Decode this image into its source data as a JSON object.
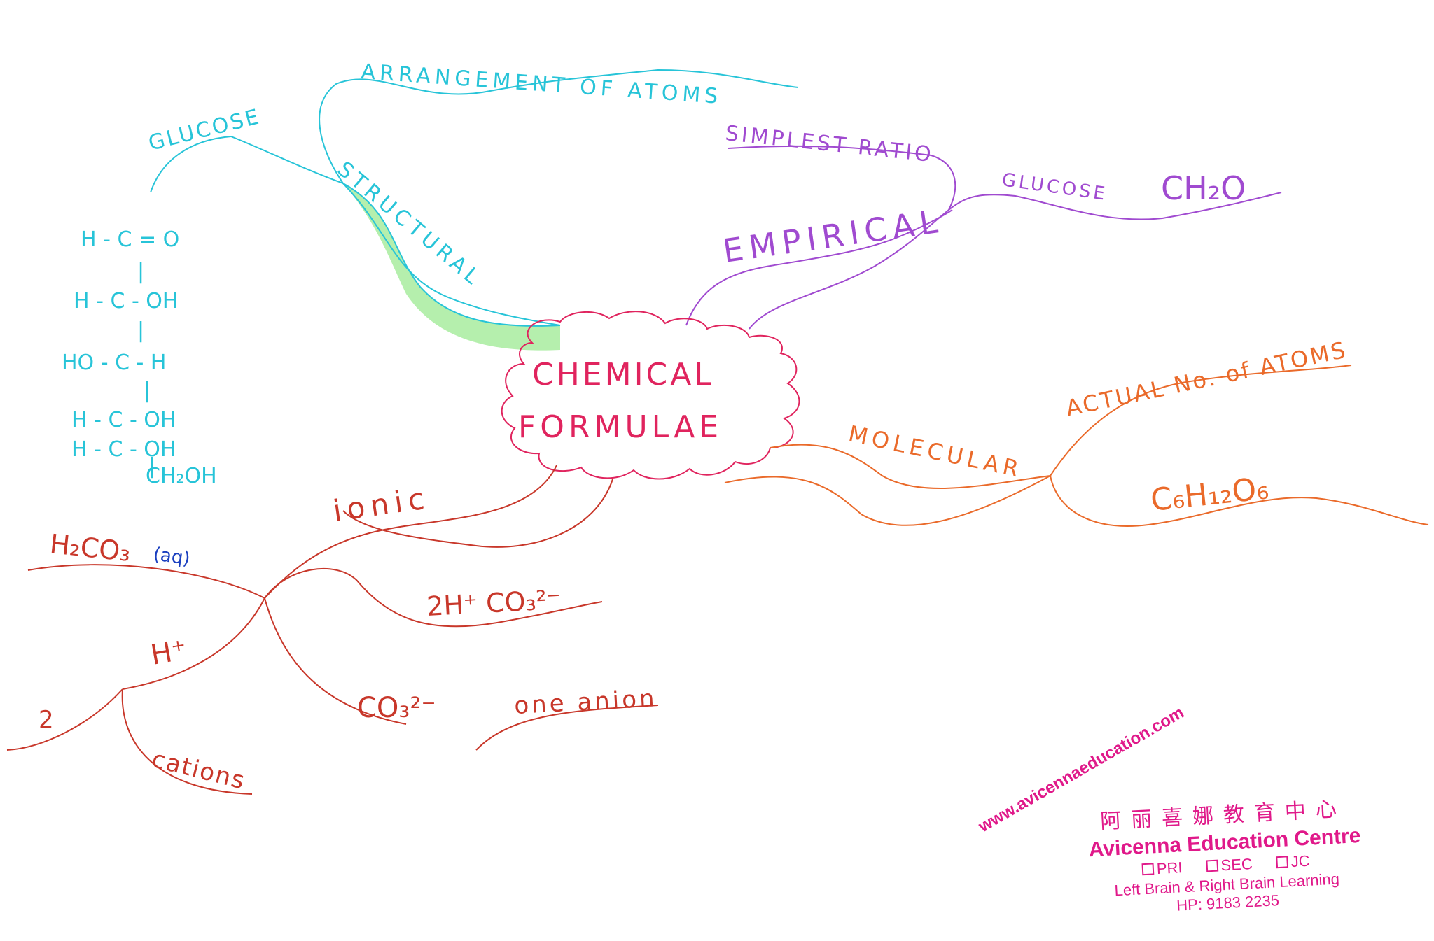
{
  "center": {
    "line1": "CHEMICAL",
    "line2": "FORMULAE"
  },
  "structural": {
    "label": "STRUCTURAL",
    "arrangement": "ARRANGEMENT OF ATOMS",
    "glucose": "GLUCOSE",
    "glucose_structure": [
      "H - C = O",
      "|",
      "H - C - OH",
      "|",
      "HO - C - H",
      "|",
      "H - C - OH",
      "H - C - OH",
      "|",
      "CH₂OH"
    ]
  },
  "empirical": {
    "label": "EMPIRICAL",
    "simplest_ratio": "SIMPLEST RATIO",
    "glucose": "GLUCOSE",
    "formula": "CH₂O"
  },
  "molecular": {
    "label": "MOLECULAR",
    "actual": "ACTUAL No. of ATOMS",
    "formula": "C₆H₁₂O₆"
  },
  "ionic": {
    "label": "ionic",
    "acid": "H₂CO₃",
    "acid_state": "(aq)",
    "ions": "2H⁺ CO₃²⁻",
    "cation": "H⁺",
    "cation_count": "2",
    "cations": "cations",
    "anion": "CO₃²⁻",
    "one_anion": "one anion"
  },
  "stamp": {
    "url": "www.avicennaeducation.com",
    "chinese": "阿丽喜娜教育中心",
    "name": "Avicenna Education Centre",
    "levels": [
      "PRI",
      "SEC",
      "JC"
    ],
    "tagline": "Left Brain & Right Brain Learning",
    "phone": "HP: 9183 2235"
  },
  "colors": {
    "center": "#e0245e",
    "structural": "#27c4d8",
    "highlight": "#8fe39a",
    "empirical": "#a04ad0",
    "molecular": "#ea6a2a",
    "ionic": "#c8372a",
    "aq": "#1a3fbf",
    "stamp": "#e0198a"
  }
}
